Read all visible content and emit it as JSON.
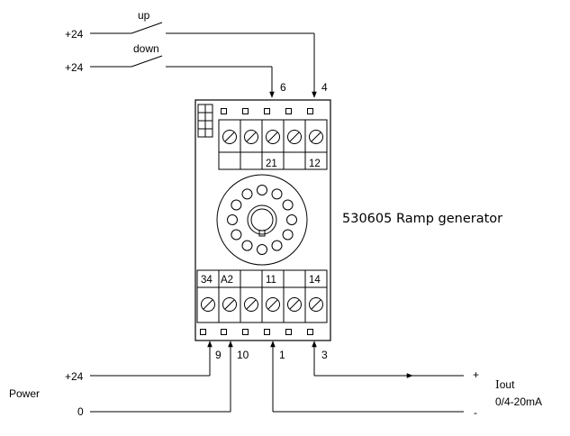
{
  "diagram": {
    "title": "530605 Ramp generator",
    "title_color": "#d0202a",
    "inputs": {
      "up_supply": "+24",
      "up_label": "up",
      "down_supply": "+24",
      "down_label": "down",
      "power_plus": "+24",
      "power_zero": "0",
      "power_label": "Power"
    },
    "pins": {
      "p6": "6",
      "p4": "4",
      "p9": "9",
      "p10": "10",
      "p1": "1",
      "p3": "3"
    },
    "terminals_top": {
      "t21": "21",
      "t12": "12"
    },
    "terminals_bottom": {
      "t34": "34",
      "tA2": "A2",
      "t11": "11",
      "t14": "14"
    },
    "output": {
      "plus": "+",
      "minus": "-",
      "label_i": "I",
      "label_out": "out",
      "range": "0/4-20mA"
    }
  }
}
